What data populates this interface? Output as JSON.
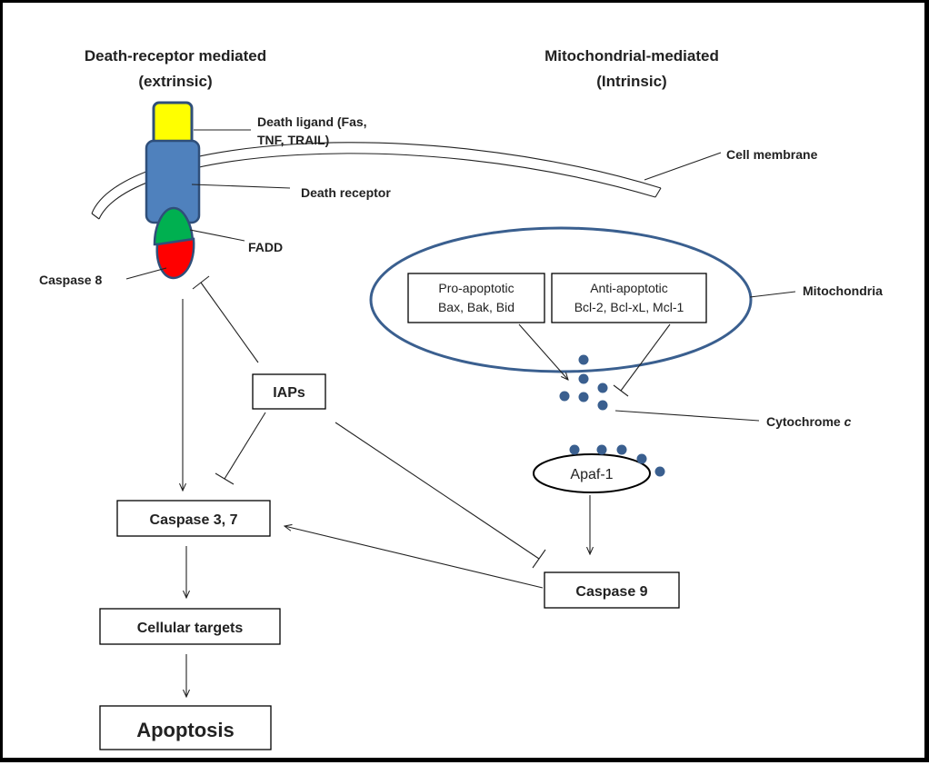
{
  "headings": {
    "extrinsic_line1": "Death-receptor mediated",
    "extrinsic_line2": "(extrinsic)",
    "intrinsic_line1": "Mitochondrial-mediated",
    "intrinsic_line2": "(Intrinsic)"
  },
  "labels": {
    "death_ligand_line1": "Death ligand (Fas,",
    "death_ligand_line2": "TNF, TRAIL)",
    "death_receptor": "Death receptor",
    "fadd": "FADD",
    "caspase8": "Caspase 8",
    "cell_membrane": "Cell membrane",
    "mitochondria": "Mitochondria",
    "cytochrome": "Cytochrome ",
    "cytochrome_italic": "c"
  },
  "boxes": {
    "pro_apoptotic_title": "Pro-apoptotic",
    "pro_apoptotic_members": "Bax, Bak, Bid",
    "anti_apoptotic_title": "Anti-apoptotic",
    "anti_apoptotic_members": "Bcl-2, Bcl-xL, Mcl-1",
    "iaps": "IAPs",
    "caspase37": "Caspase 3, 7",
    "caspase9": "Caspase 9",
    "cellular_targets": "Cellular targets",
    "apoptosis": "Apoptosis",
    "apaf1": "Apaf-1"
  },
  "colors": {
    "ligand": "#ffff00",
    "receptor": "#4f81bd",
    "fadd": "#00b050",
    "caspase8": "#ff0000",
    "mitochondria_outline": "#3a5f8f",
    "cytochrome_dots": "#3a5f8f"
  }
}
